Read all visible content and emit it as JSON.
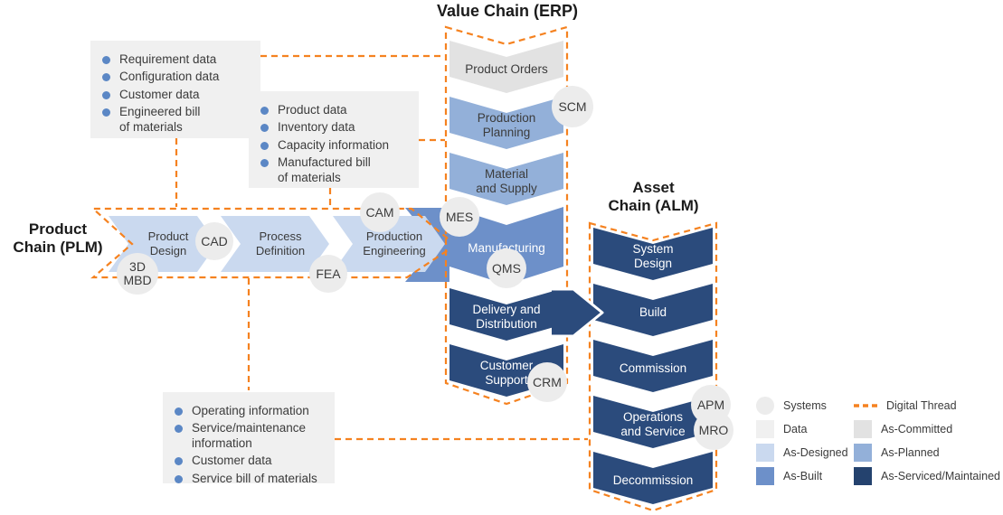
{
  "titles": {
    "product_chain": "Product\nChain (PLM)",
    "value_chain": "Value Chain (ERP)",
    "asset_chain": "Asset\nChain (ALM)"
  },
  "product_chain": {
    "stages": [
      {
        "label": "Product\nDesign"
      },
      {
        "label": "Process\nDefinition"
      },
      {
        "label": "Production\nEngineering"
      }
    ]
  },
  "value_chain": {
    "stages": [
      {
        "label": "Product Orders"
      },
      {
        "label": "Production\nPlanning"
      },
      {
        "label": "Material\nand Supply"
      },
      {
        "label": "Manufacturing"
      },
      {
        "label": "Delivery and\nDistribution"
      },
      {
        "label": "Customer\nSupport"
      }
    ]
  },
  "asset_chain": {
    "stages": [
      {
        "label": "System\nDesign"
      },
      {
        "label": "Build"
      },
      {
        "label": "Commission"
      },
      {
        "label": "Operations\nand Service"
      },
      {
        "label": "Decommission"
      }
    ]
  },
  "systems": {
    "mbd": "3D\nMBD",
    "cad": "CAD",
    "fea": "FEA",
    "cam": "CAM",
    "mes": "MES",
    "qms": "QMS",
    "scm": "SCM",
    "crm": "CRM",
    "apm": "APM",
    "mro": "MRO"
  },
  "data_boxes": {
    "plm_top": {
      "items": [
        "Requirement data",
        "Configuration data",
        "Customer data",
        "Engineered bill\nof materials"
      ]
    },
    "erp_mid": {
      "items": [
        "Product data",
        "Inventory data",
        "Capacity information",
        "Manufactured bill\nof materials"
      ]
    },
    "alm_bottom": {
      "items": [
        "Operating information",
        "Service/maintenance\ninformation",
        "Customer data",
        "Service bill of materials"
      ]
    }
  },
  "legend": {
    "left": [
      {
        "label": "Systems"
      },
      {
        "label": "Data"
      },
      {
        "label": "As-Designed"
      },
      {
        "label": "As-Built"
      }
    ],
    "right": [
      {
        "label": "Digital Thread"
      },
      {
        "label": "As-Committed"
      },
      {
        "label": "As-Planned"
      },
      {
        "label": "As-Serviced/Maintained"
      }
    ]
  },
  "colors": {
    "digital_thread": "#F58220",
    "systems": "#ECECEC",
    "data": "#F0F0F0",
    "as_committed": "#E2E2E2",
    "as_designed": "#CAD9EF",
    "as_planned": "#93B0D9",
    "as_built": "#6D90C9",
    "as_serviced": "#24426E",
    "navy_chevron": "#2B4B7C",
    "bullet": "#5B87C5"
  }
}
